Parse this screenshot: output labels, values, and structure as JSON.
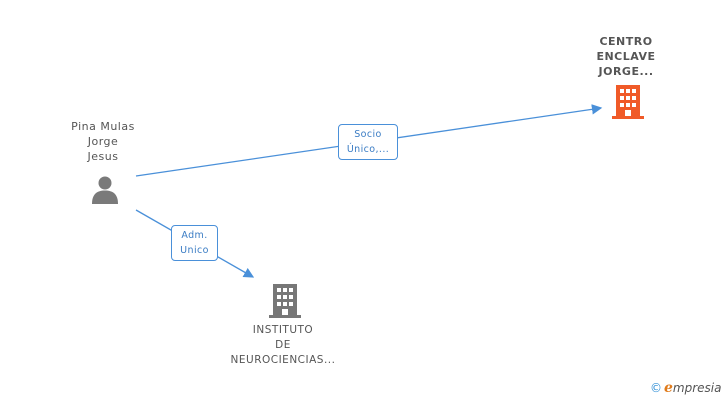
{
  "person": {
    "name_lines": [
      "Pina Mulas",
      "Jorge",
      "Jesus"
    ],
    "icon": "person-icon"
  },
  "company_main": {
    "name_lines": [
      "CENTRO",
      "ENCLAVE",
      "JORGE..."
    ],
    "icon": "building-icon",
    "color": "#f05a28"
  },
  "company_sub": {
    "name_lines": [
      "INSTITUTO",
      "DE",
      "NEUROCIENCIAS..."
    ],
    "icon": "building-icon",
    "color": "#777777"
  },
  "edges": [
    {
      "label_lines": [
        "Socio",
        "Único,..."
      ]
    },
    {
      "label_lines": [
        "Adm.",
        "Unico"
      ]
    }
  ],
  "colors": {
    "edge": "#4a90d9",
    "label_border": "#4a90d9"
  },
  "brand": {
    "copyright": "©",
    "e": "e",
    "rest": "mpresia"
  }
}
